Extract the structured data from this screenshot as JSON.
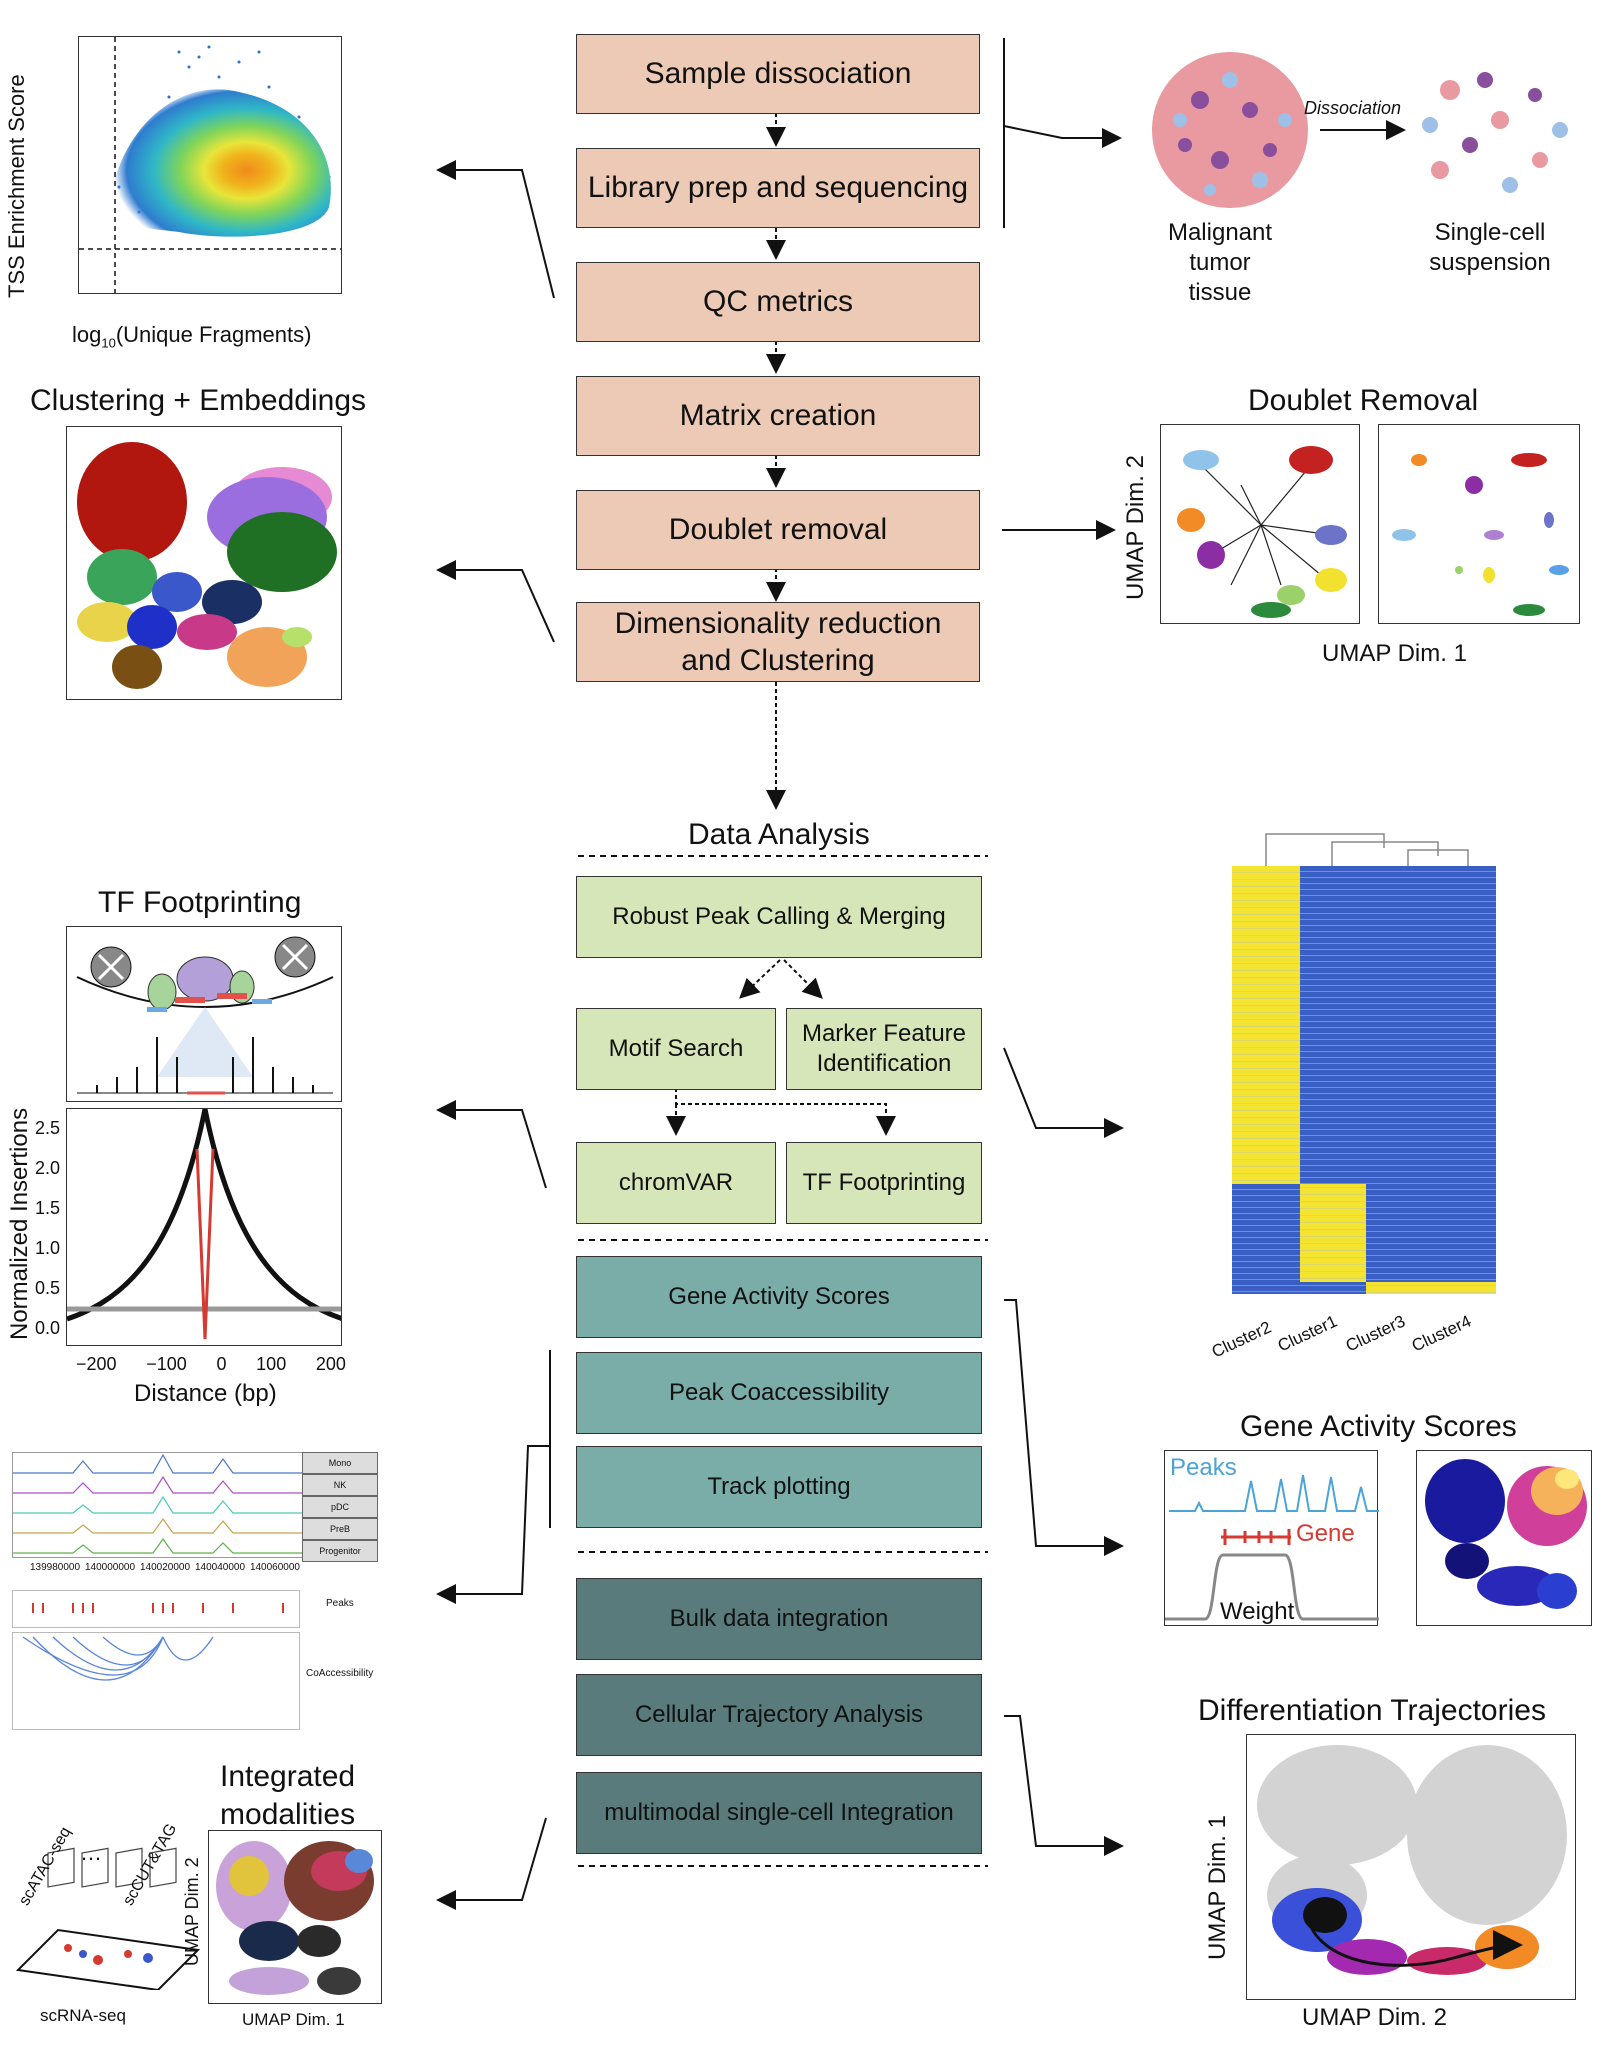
{
  "pipeline": {
    "steps": [
      "Sample dissociation",
      "Library prep and sequencing",
      "QC metrics",
      "Matrix creation",
      "Doublet removal",
      "Dimensionality reduction\nand Clustering"
    ]
  },
  "data_analysis": {
    "title": "Data Analysis",
    "peak_calling": "Robust Peak Calling & Merging",
    "motif_search": "Motif Search",
    "marker_feature": "Marker Feature\nIdentification",
    "chromvar": "chromVAR",
    "tf_footprinting": "TF Footprinting",
    "gene_activity": "Gene Activity Scores",
    "peak_coaccessibility": "Peak Coaccessibility",
    "track_plotting": "Track plotting",
    "bulk_integration": "Bulk data integration",
    "trajectory": "Cellular Trajectory Analysis",
    "multimodal": "multimodal single-cell Integration"
  },
  "qc_plot": {
    "ylabel": "TSS Enrichment Score",
    "xlabel_pre": "log",
    "xlabel_sub": "10",
    "xlabel_post": "(Unique Fragments)"
  },
  "dissociation": {
    "arrow_label": "Dissociation",
    "left_label": "Malignant\ntumor\ntissue",
    "right_label": "Single-cell\nsuspension"
  },
  "clustering": {
    "title": "Clustering + Embeddings"
  },
  "doublet": {
    "title": "Doublet Removal",
    "ylabel": "UMAP Dim. 2",
    "xlabel": "UMAP Dim. 1"
  },
  "tf_panel": {
    "title": "TF Footprinting",
    "ylabel": "Normalized Insertions",
    "xlabel": "Distance (bp)",
    "yticks": [
      "2.5",
      "2.0",
      "1.5",
      "1.0",
      "0.5",
      "0.0"
    ],
    "xticks": [
      "−200",
      "−100",
      "0",
      "100",
      "200"
    ]
  },
  "heatmap": {
    "columns": [
      "Cluster2",
      "Cluster1",
      "Cluster3",
      "Cluster4"
    ]
  },
  "tracks": {
    "groups": [
      "Mono",
      "NK",
      "pDC",
      "PreB",
      "Progenitor"
    ],
    "coords": [
      "139980000",
      "140000000",
      "140020000",
      "140040000",
      "140060000"
    ],
    "peaks_label": "Peaks",
    "coacc_label": "CoAccessibility"
  },
  "gene_activity_panel": {
    "title": "Gene Activity Scores",
    "peaks": "Peaks",
    "gene": "Gene",
    "weight": "Weight"
  },
  "integrated": {
    "title": "Integrated\nmodalities",
    "scatac": "scATAC-seq",
    "dots": "…",
    "sccut": "scCUT&TAG",
    "scrna": "scRNA-seq",
    "ylabel": "UMAP Dim. 2",
    "xlabel": "UMAP Dim. 1"
  },
  "trajectory_panel": {
    "title": "Differentiation Trajectories",
    "ylabel": "UMAP Dim. 1",
    "xlabel": "UMAP Dim. 2"
  },
  "colors": {
    "pipeline": "#eccab6",
    "green": "#d6e6b9",
    "teal": "#7aaca8",
    "dark_teal": "#5a7b7c"
  }
}
